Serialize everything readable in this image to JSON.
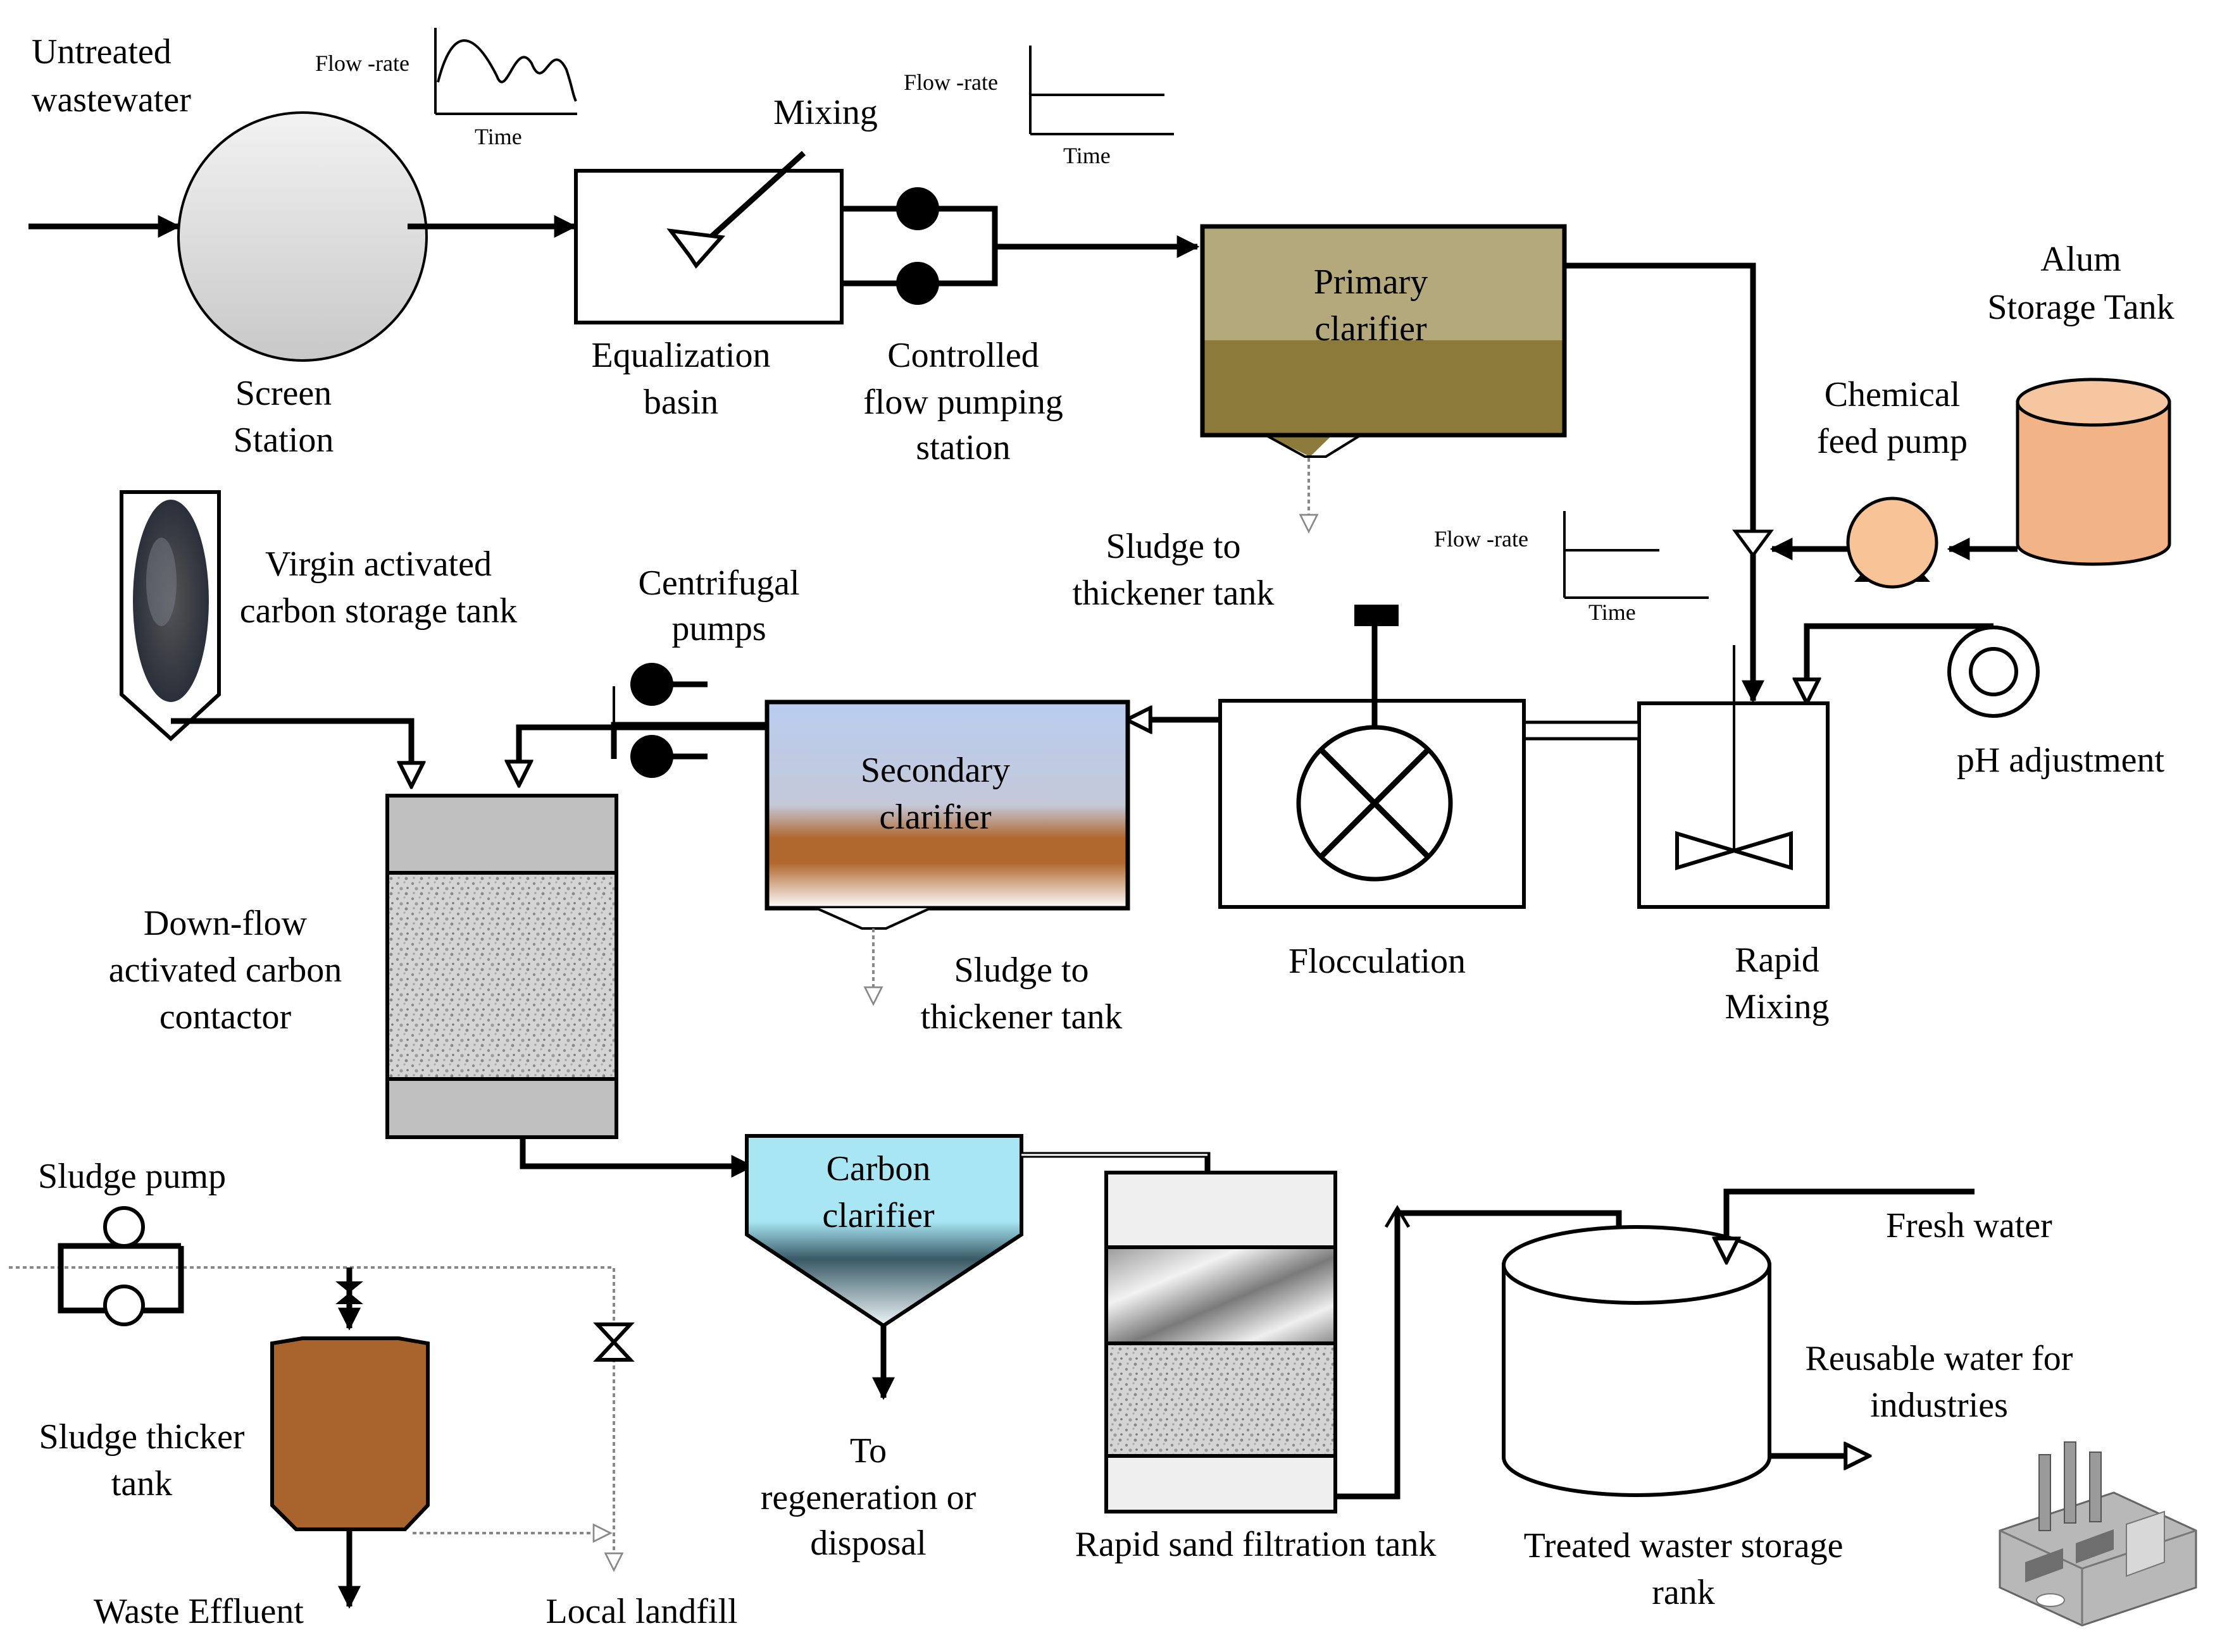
{
  "labels": {
    "untreated_1": "Untreated",
    "untreated_2": "wastewater",
    "screen_1": "Screen",
    "screen_2": "Station",
    "mixing": "Mixing",
    "equalization_1": "Equalization",
    "equalization_2": "basin",
    "cfps_1": "Controlled",
    "cfps_2": "flow pumping",
    "cfps_3": "station",
    "primary_1": "Primary",
    "primary_2": "clarifier",
    "alum_1": "Alum",
    "alum_2": "Storage Tank",
    "chem_1": "Chemical",
    "chem_2": "feed pump",
    "sludge_thick_a1": "Sludge to",
    "sludge_thick_a2": "thickener tank",
    "virgin_1": "Virgin activated",
    "virgin_2": "carbon storage tank",
    "centrifugal_1": "Centrifugal",
    "centrifugal_2": "pumps",
    "ph": "pH adjustment",
    "secondary_1": "Secondary",
    "secondary_2": "clarifier",
    "downflow_1": "Down-flow",
    "downflow_2": "activated carbon",
    "downflow_3": "contactor",
    "sludge_thick_b1": "Sludge to",
    "sludge_thick_b2": "thickener tank",
    "flocculation": "Flocculation",
    "rapid_mix_1": "Rapid",
    "rapid_mix_2": "Mixing",
    "sludge_pump": "Sludge pump",
    "carbon_clar_1": "Carbon",
    "carbon_clar_2": "clarifier",
    "fresh_water": "Fresh water",
    "reusable_1": "Reusable water for",
    "reusable_2": "industries",
    "sludge_thicker_1": "Sludge thicker",
    "sludge_thicker_2": "tank",
    "regen_1": "To",
    "regen_2": "regeneration or",
    "regen_3": "disposal",
    "rapid_sand": "Rapid sand filtration tank",
    "treated_1": "Treated waster storage",
    "treated_2": "rank",
    "waste_effluent": "Waste Effluent",
    "landfill": "Local  landfill"
  },
  "mini_charts": {
    "flow_axis": "Flow -rate",
    "time_axis": "Time"
  },
  "colors": {
    "primary_top": "#b4a97c",
    "primary_bottom": "#8b7a3a",
    "secondary_top": "#b9cdf0",
    "secondary_band": "#b0682e",
    "carbon_clarifier": "#a8e6f4",
    "alum_tank": "#f2b487",
    "chem_pump": "#f7c397",
    "sludge_tank": "#a8642c",
    "screen_station": "#dcdcdc",
    "filter_media": "#d0d0d0"
  }
}
